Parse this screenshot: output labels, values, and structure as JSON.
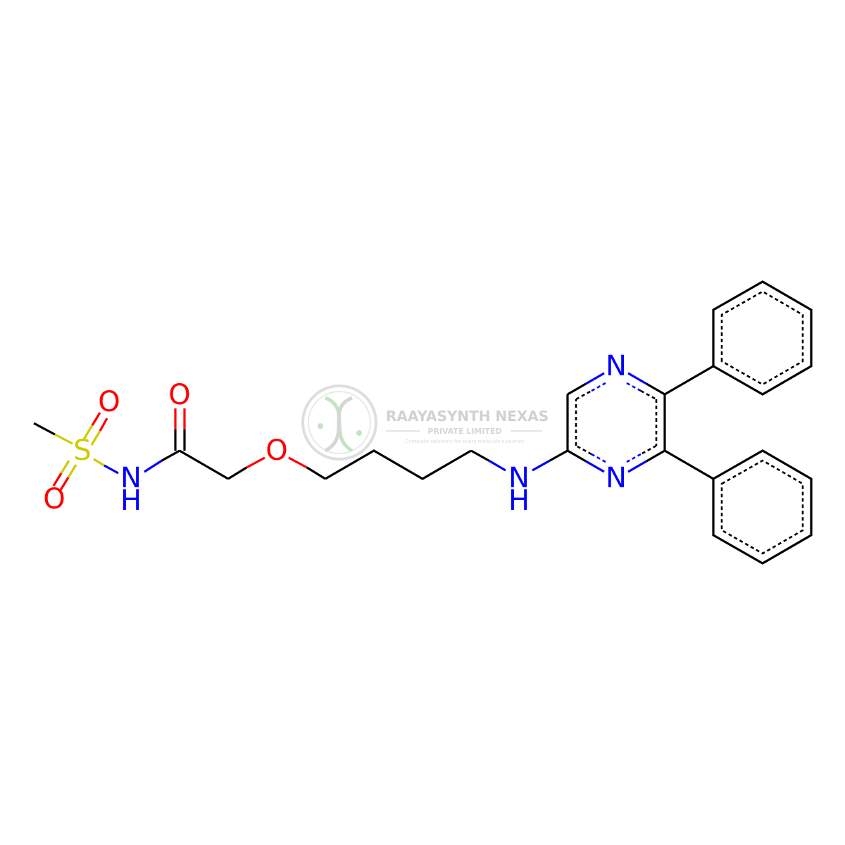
{
  "atom_labels": {
    "S": "S",
    "O_sulfonyl_top": "O",
    "O_sulfonyl_bottom": "O",
    "N_sulfonamide": "N",
    "H_sulfonamide": "H",
    "O_carbonyl": "O",
    "O_ether": "O",
    "N_amine": "N",
    "H_amine": "H",
    "N_pyrazine_top": "N",
    "N_pyrazine_bottom": "N"
  },
  "watermark": {
    "company": "RAAYASYNTH NEXAS",
    "subtitle": "PRIVATE LIMITED",
    "tagline": "Complete solutions for every molecule's journey"
  },
  "colors": {
    "bond": "#000000",
    "nitrogen": "#0000ff",
    "oxygen": "#ff0000",
    "sulfur": "#cccc00",
    "watermark": "#c8c8c8",
    "watermark_accent": "#9fd49f"
  }
}
